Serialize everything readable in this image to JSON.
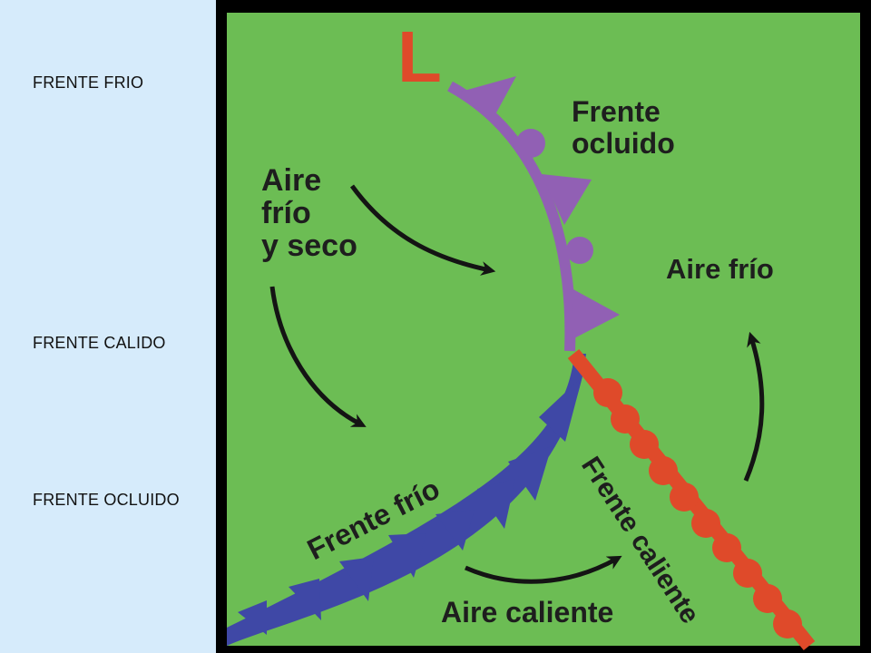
{
  "sidebar": {
    "labels": [
      "FRENTE FRIO",
      "FRENTE CALIDO",
      "FRENTE OCLUIDO"
    ]
  },
  "diagram": {
    "low_symbol": "L",
    "occluded_front_label": [
      "Frente",
      "ocluido"
    ],
    "cold_dry_air_label": [
      "Aire",
      "frío",
      "y seco"
    ],
    "cold_air_label": "Aire frío",
    "cold_front_label": "Frente frío",
    "warm_front_label": "Frente caliente",
    "warm_air_label": "Aire caliente"
  },
  "colors": {
    "background": "#6cbd54",
    "cold_front": "#3f48a6",
    "warm_front": "#df4a2a",
    "occluded_front": "#9160b4",
    "low": "#df4a2a",
    "sidebar": "#d6ebfb"
  }
}
